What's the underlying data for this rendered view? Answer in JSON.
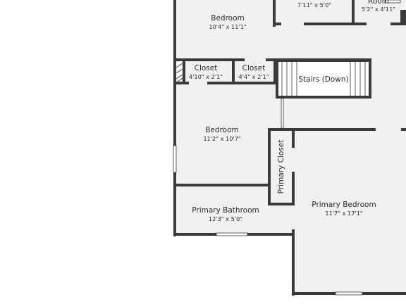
{
  "rooms": {
    "bedroom_top": {
      "name": "Bedroom",
      "dims": "10'4\" x 11'1\""
    },
    "room_top_mid": {
      "dims": "7'11\" x 5'0\""
    },
    "room_top_right": {
      "name": "Room",
      "dims": "5'2\" x 4'11\""
    },
    "closet_left": {
      "name": "Closet",
      "dims": "4'10\" x 2'1\""
    },
    "closet_right": {
      "name": "Closet",
      "dims": "4'4\" x 2'1\""
    },
    "stairs": {
      "name": "Stairs (Down)"
    },
    "bedroom_mid": {
      "name": "Bedroom",
      "dims": "11'2\" x 10'7\""
    },
    "primary_closet": {
      "name": "Primary Closet"
    },
    "primary_bathroom": {
      "name": "Primary Bathroom",
      "dims": "12'3\" x 5'0\""
    },
    "primary_bedroom": {
      "name": "Primary Bedroom",
      "dims": "11'7\" x 17'1\""
    }
  }
}
